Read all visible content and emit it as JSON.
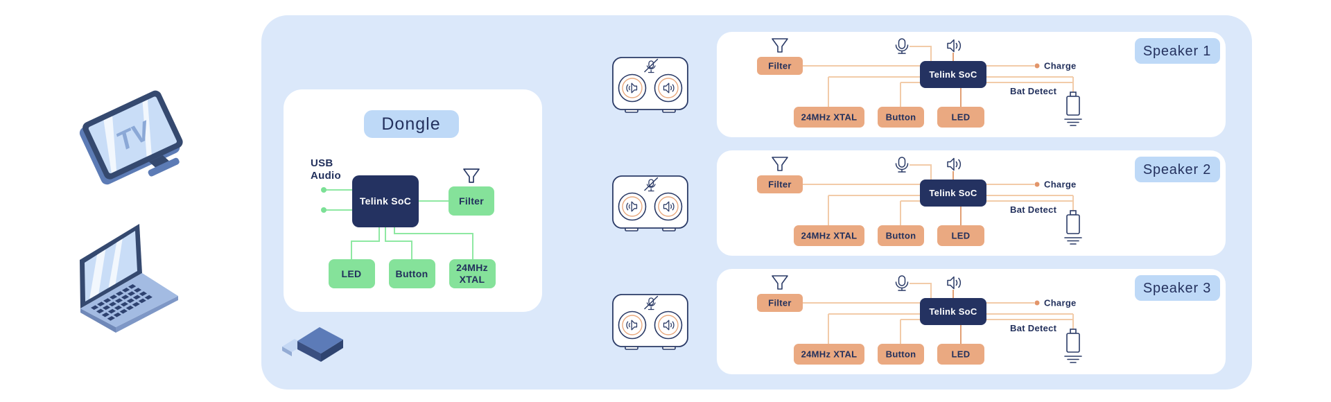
{
  "devices": {
    "tv_label": "TV"
  },
  "dongle": {
    "title": "Dongle",
    "usb_audio_line1": "USB",
    "usb_audio_line2": "Audio",
    "soc_label": "Telink SoC",
    "filter_label": "Filter",
    "led_label": "LED",
    "button_label": "Button",
    "xtal_line1": "24MHz",
    "xtal_line2": "XTAL"
  },
  "speaker_block": {
    "filter_label": "Filter",
    "soc_label": "Telink SoC",
    "charge_label": "Charge",
    "bat_detect_label": "Bat Detect",
    "xtal_label": "24MHz XTAL",
    "button_label": "Button",
    "led_label": "LED"
  },
  "speakers": [
    {
      "label": "Speaker 1"
    },
    {
      "label": "Speaker 2"
    },
    {
      "label": "Speaker 3"
    }
  ],
  "icons": {
    "antenna": "antenna-icon",
    "microphone": "microphone-icon",
    "speaker_sound": "speaker-sound-icon",
    "muted_microphone": "muted-microphone-icon",
    "battery": "battery-ground-icon",
    "tv": "tv-illustration",
    "laptop": "laptop-illustration",
    "usb_dongle": "usb-dongle-illustration",
    "speaker_box": "speaker-box-illustration"
  },
  "colors": {
    "container_bg": "#dbe8fa",
    "panel_bg": "#ffffff",
    "navy_box": "#243261",
    "navy_text": "#22305c",
    "title_chip_bg": "#bed9f7",
    "green_box": "#85e29a",
    "green_line": "#8ee8a2",
    "orange_box": "#eaa981",
    "orange_line_light": "#f2cba8",
    "orange_line_dark": "#e2a074",
    "charge_dot": "#e2956a",
    "illustration_navy": "#35496f",
    "illustration_mid_blue": "#5c7bb5",
    "illustration_light_blue": "#c9ddf7",
    "illustration_text_blue": "#8ba8d6"
  }
}
